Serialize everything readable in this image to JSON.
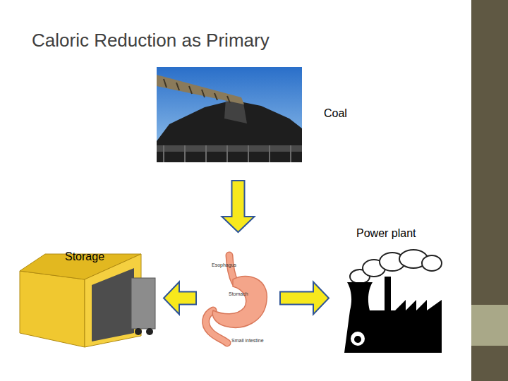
{
  "diagram": {
    "title": "Caloric Reduction as Primary",
    "nodes": [
      {
        "text": [
          "Coal"
        ]
      },
      {
        "text": [
          "Storage"
        ]
      },
      {
        "text": [
          "Esophagus",
          "Stomach",
          "Small intestine"
        ]
      },
      {
        "text": [
          "Power plant"
        ]
      }
    ],
    "edges": [
      {
        "from": 0,
        "to": 2,
        "arrow": "to"
      },
      {
        "from": 2,
        "to": 1,
        "arrow": "to"
      },
      {
        "from": 2,
        "to": 3,
        "arrow": "to"
      }
    ]
  }
}
